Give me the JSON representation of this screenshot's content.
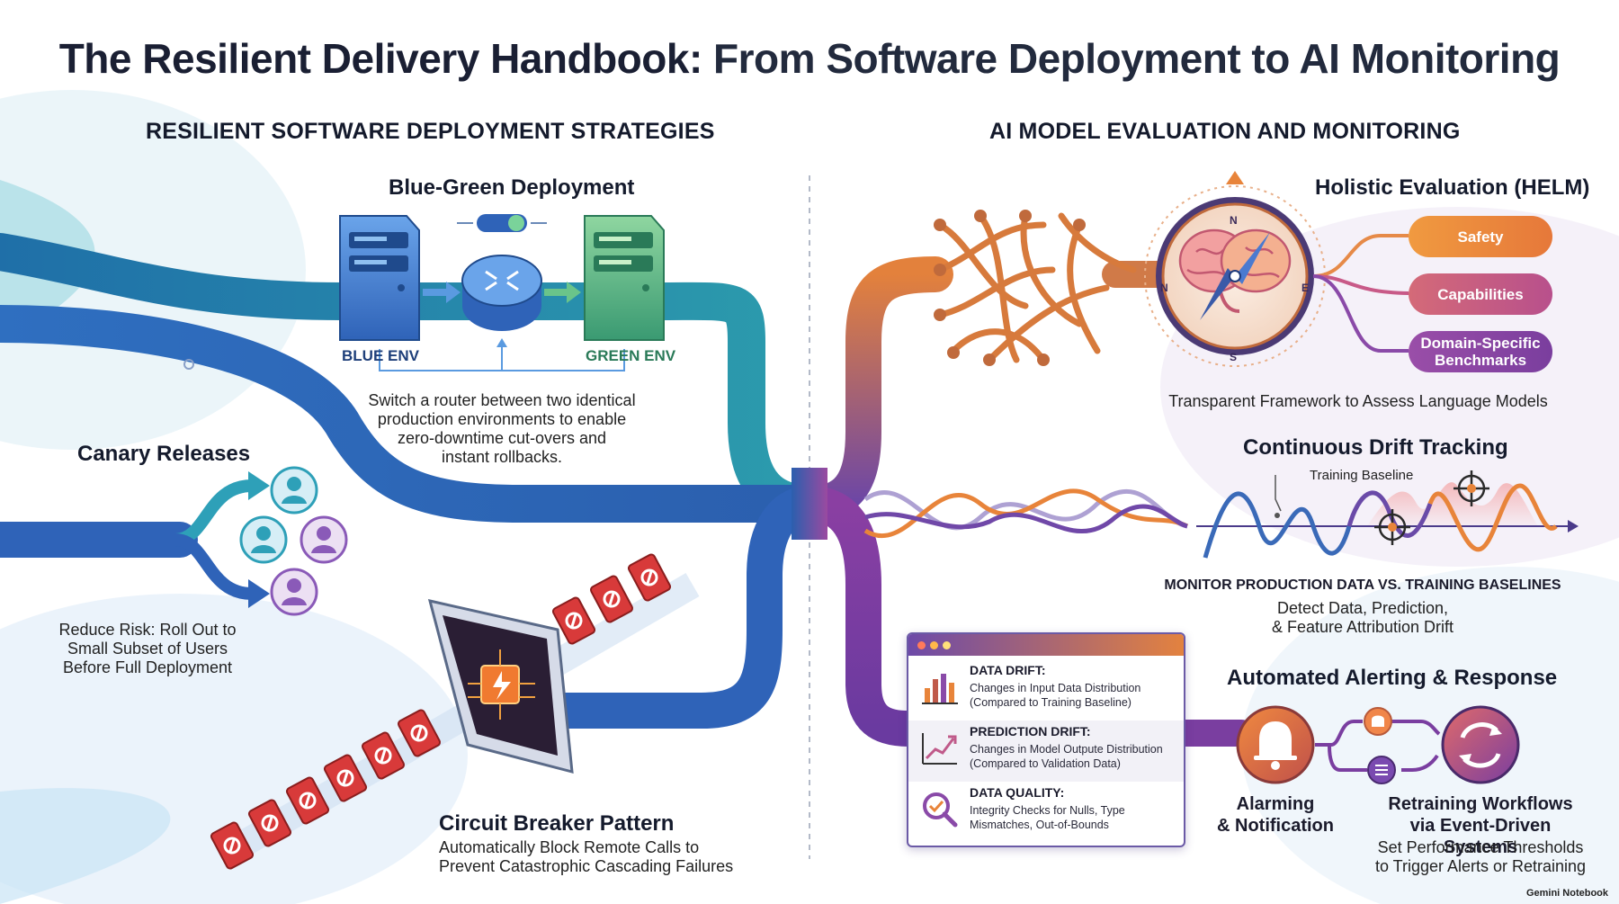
{
  "title": {
    "bold": "The Resilient Delivery Handbook:",
    "rest": "From Software Deployment to AI Monitoring"
  },
  "left_section": {
    "heading": "RESILIENT SOFTWARE DEPLOYMENT STRATEGIES",
    "blue_green": {
      "title": "Blue-Green Deployment",
      "blue_label": "BLUE ENV",
      "green_label": "GREEN ENV",
      "description_lines": [
        "Switch a router between two identical",
        "production environments to enable",
        "zero-downtime cut-overs and",
        "instant rollbacks."
      ]
    },
    "canary": {
      "title": "Canary Releases",
      "description_lines": [
        "Reduce Risk: Roll Out to",
        "Small Subset of Users",
        "Before Full Deployment"
      ]
    },
    "circuit_breaker": {
      "title": "Circuit Breaker Pattern",
      "description_lines": [
        "Automatically Block Remote Calls to",
        "Prevent Catastrophic Cascading Failures"
      ]
    }
  },
  "right_section": {
    "heading": "AI MODEL EVALUATION AND MONITORING",
    "helm": {
      "title": "Holistic Evaluation (HELM)",
      "compass_letters": [
        "N",
        "E",
        "S",
        "N"
      ],
      "pills": [
        "Safety",
        "Capabilities",
        "Domain-Specific Benchmarks"
      ],
      "caption": "Transparent Framework to Assess Language Models"
    },
    "drift": {
      "title": "Continuous Drift Tracking",
      "baseline_label": "Training Baseline",
      "heading": "MONITOR PRODUCTION DATA VS. TRAINING BASELINES",
      "description_lines": [
        "Detect Data, Prediction,",
        "& Feature Attribution Drift"
      ]
    },
    "drift_panel": {
      "rows": [
        {
          "title": "DATA DRIFT:",
          "desc": "Changes in Input Data Distribution (Compared to Training Baseline)",
          "icon": "bar-chart-icon"
        },
        {
          "title": "PREDICTION DRIFT:",
          "desc": "Changes in Model Outpute Distribution (Compared to Validation Data)",
          "icon": "trend-line-icon"
        },
        {
          "title": "DATA QUALITY:",
          "desc": "Integrity Checks for Nulls, Type Mismatches, Out-of-Bounds",
          "icon": "magnifier-check-icon"
        }
      ]
    },
    "alerting": {
      "title": "Automated Alerting & Response",
      "alarm_label_lines": [
        "Alarming",
        "& Notification"
      ],
      "retrain_label_lines": [
        "Retraining Workflows",
        "via Event-Driven Systems"
      ],
      "retrain_desc_lines": [
        "Set Performance Thresholds",
        "to Trigger Alerts or Retraining"
      ]
    }
  },
  "brand": "Gemini Notebook",
  "colors": {
    "blue": "#2f63b8",
    "teal": "#2a8fa8",
    "green": "#4bb870",
    "purple": "#7048a8",
    "orange": "#e8843a",
    "red": "#d83a3a",
    "pill_safety": "#ee8a3c",
    "pill_capabilities": "#c85a88",
    "pill_domain": "#8a4aa8"
  }
}
